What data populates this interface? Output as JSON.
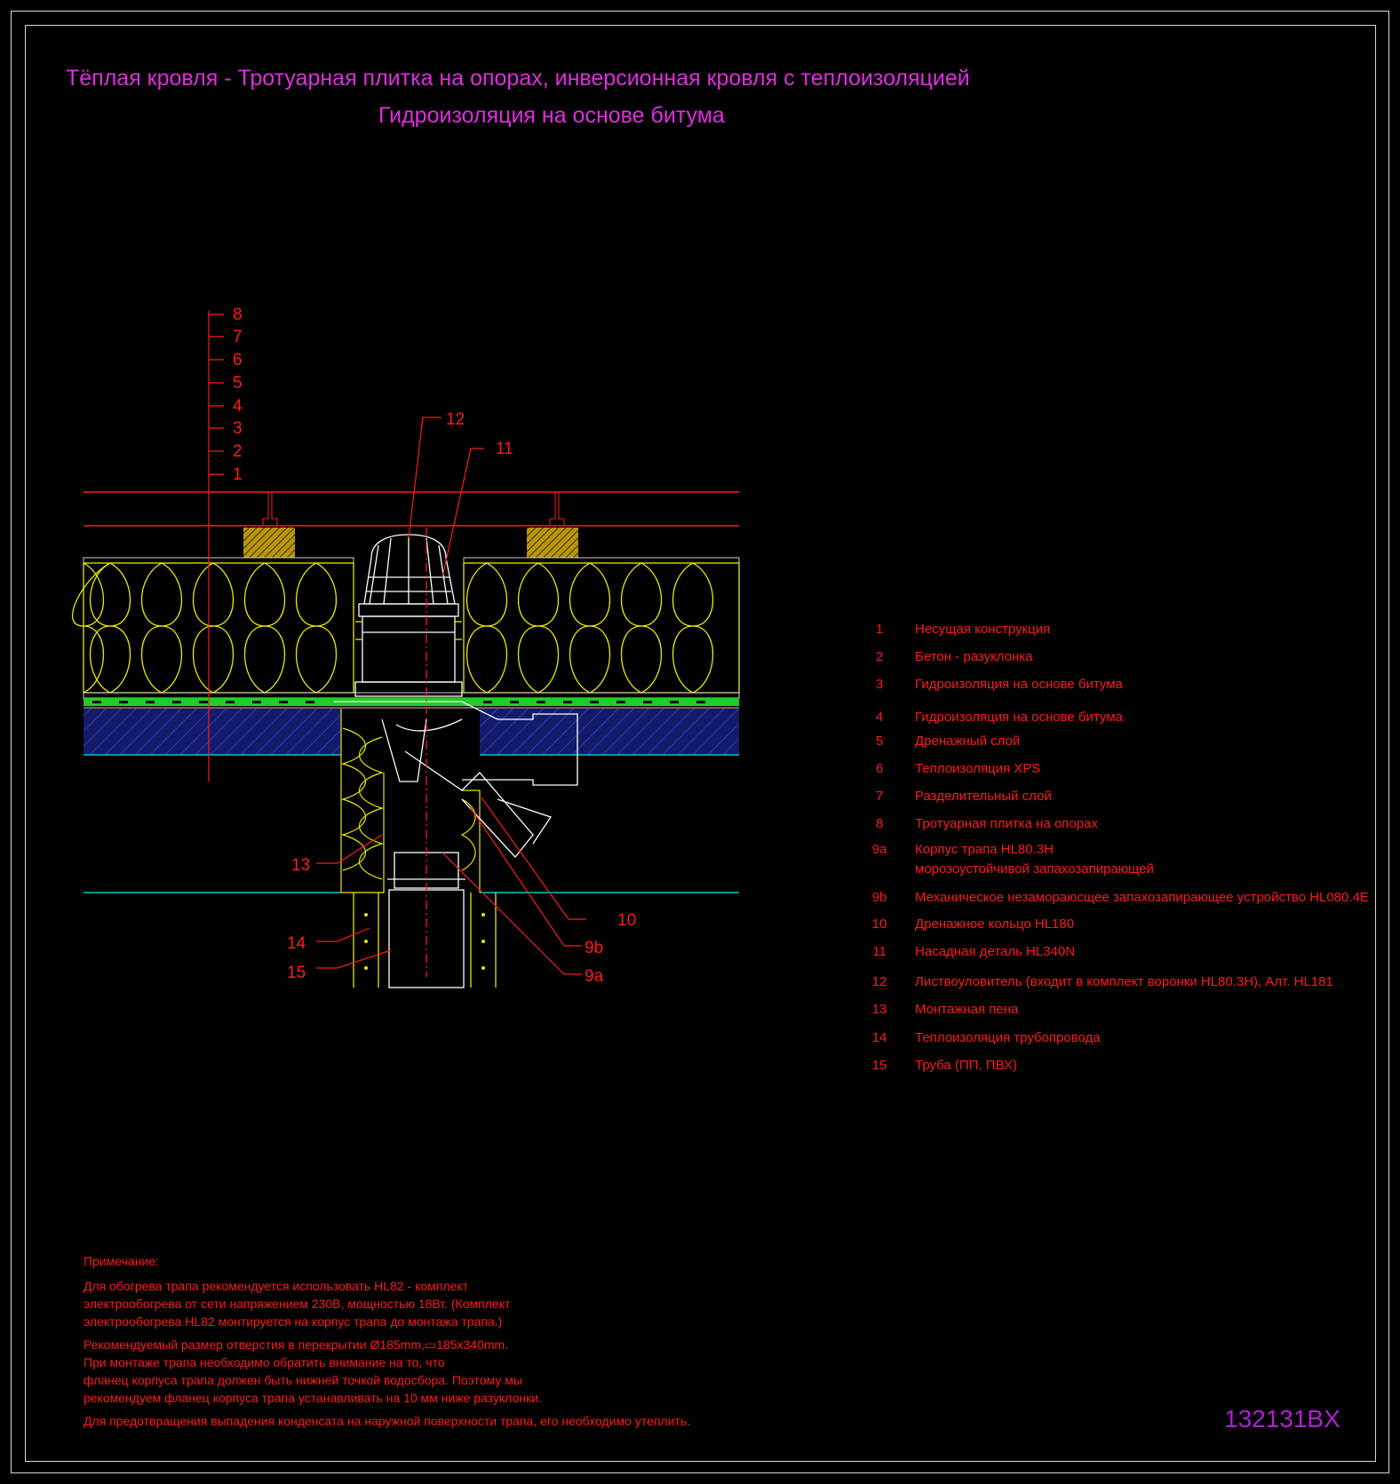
{
  "title_line1": "Тёплая кровля - Тротуарная плитка на опорах, инверсионная кровля с теплоизоляцией",
  "title_line2": "Гидроизоляция на основе битума",
  "drawing_code": "132131BX",
  "colors": {
    "background": "#000000",
    "title": "#e02de0",
    "text": "#ff1a1a",
    "insulation": "#e8e800",
    "membrane": "#22cc22",
    "concrete": "#1a2a9a",
    "slab_line": "#00c8c8",
    "frame": "#d8d8d8"
  },
  "layer_labels": [
    "8",
    "7",
    "6",
    "5",
    "4",
    "3",
    "2",
    "1"
  ],
  "callouts": {
    "c12": "12",
    "c11": "11",
    "c13": "13",
    "c14": "14",
    "c15": "15",
    "c10": "10",
    "c9b": "9b",
    "c9a": "9a"
  },
  "legend": [
    {
      "num": "1",
      "text": "Несущая конструкция"
    },
    {
      "num": "2",
      "text": "Бетон - разуклонка"
    },
    {
      "num": "3",
      "text": "Гидроизоляция на основе битума"
    },
    {
      "num": "4",
      "text": "Гидроизоляция на основе битума"
    },
    {
      "num": "5",
      "text": "Дренажный слой"
    },
    {
      "num": "6",
      "text": "Теплоизоляция XPS"
    },
    {
      "num": "7",
      "text": "Разделительный слой"
    },
    {
      "num": "8",
      "text": "Тротуарная плитка на опорах"
    },
    {
      "num": "9a",
      "text": "Корпус трапа HL80.3H",
      "sub": "морозоустойчивой запахозапирающей"
    },
    {
      "num": "9b",
      "text": "Механическое незамораюсщее запахозапирающее устройство HL080.4E"
    },
    {
      "num": "10",
      "text": "Дренажное кольцо HL180"
    },
    {
      "num": "11",
      "text": "Насадная деталь HL340N"
    },
    {
      "num": "12",
      "text": "Листвоуловитель (входит в комплект воронки HL80.3H), Алт. HL181"
    },
    {
      "num": "13",
      "text": "Монтажная пена"
    },
    {
      "num": "14",
      "text": "Теплоизоляция трубопровода"
    },
    {
      "num": "15",
      "text": "Труба (ПП, ПВХ)"
    }
  ],
  "note": {
    "heading": "Примечание:",
    "para1": [
      "Для обогрева трапа рекомендуется использовать HL82 - комплект",
      "электрообогрева от сети напряжением 230В, мощностью 18Вт. (Комплект",
      "электрообогрева HL82 монтируется на корпус трапа до монтажа трапа.)"
    ],
    "para2": [
      "Рекомендуемый размер отверстия в перекрытии Ø185mm,▭185x340mm.",
      "При монтаже трапа необходимо обратить внимание на то, что",
      "фланец корпуса трапа должен быть нижней точкой водосбора. Поэтому мы",
      "рекомендуем фланец корпуса трапа устанавливать на 10 мм ниже разуклонки."
    ],
    "para3": "Для предотвращения выпадения конденсата на наружной поверхности трапа, его необходимо утеплить."
  }
}
